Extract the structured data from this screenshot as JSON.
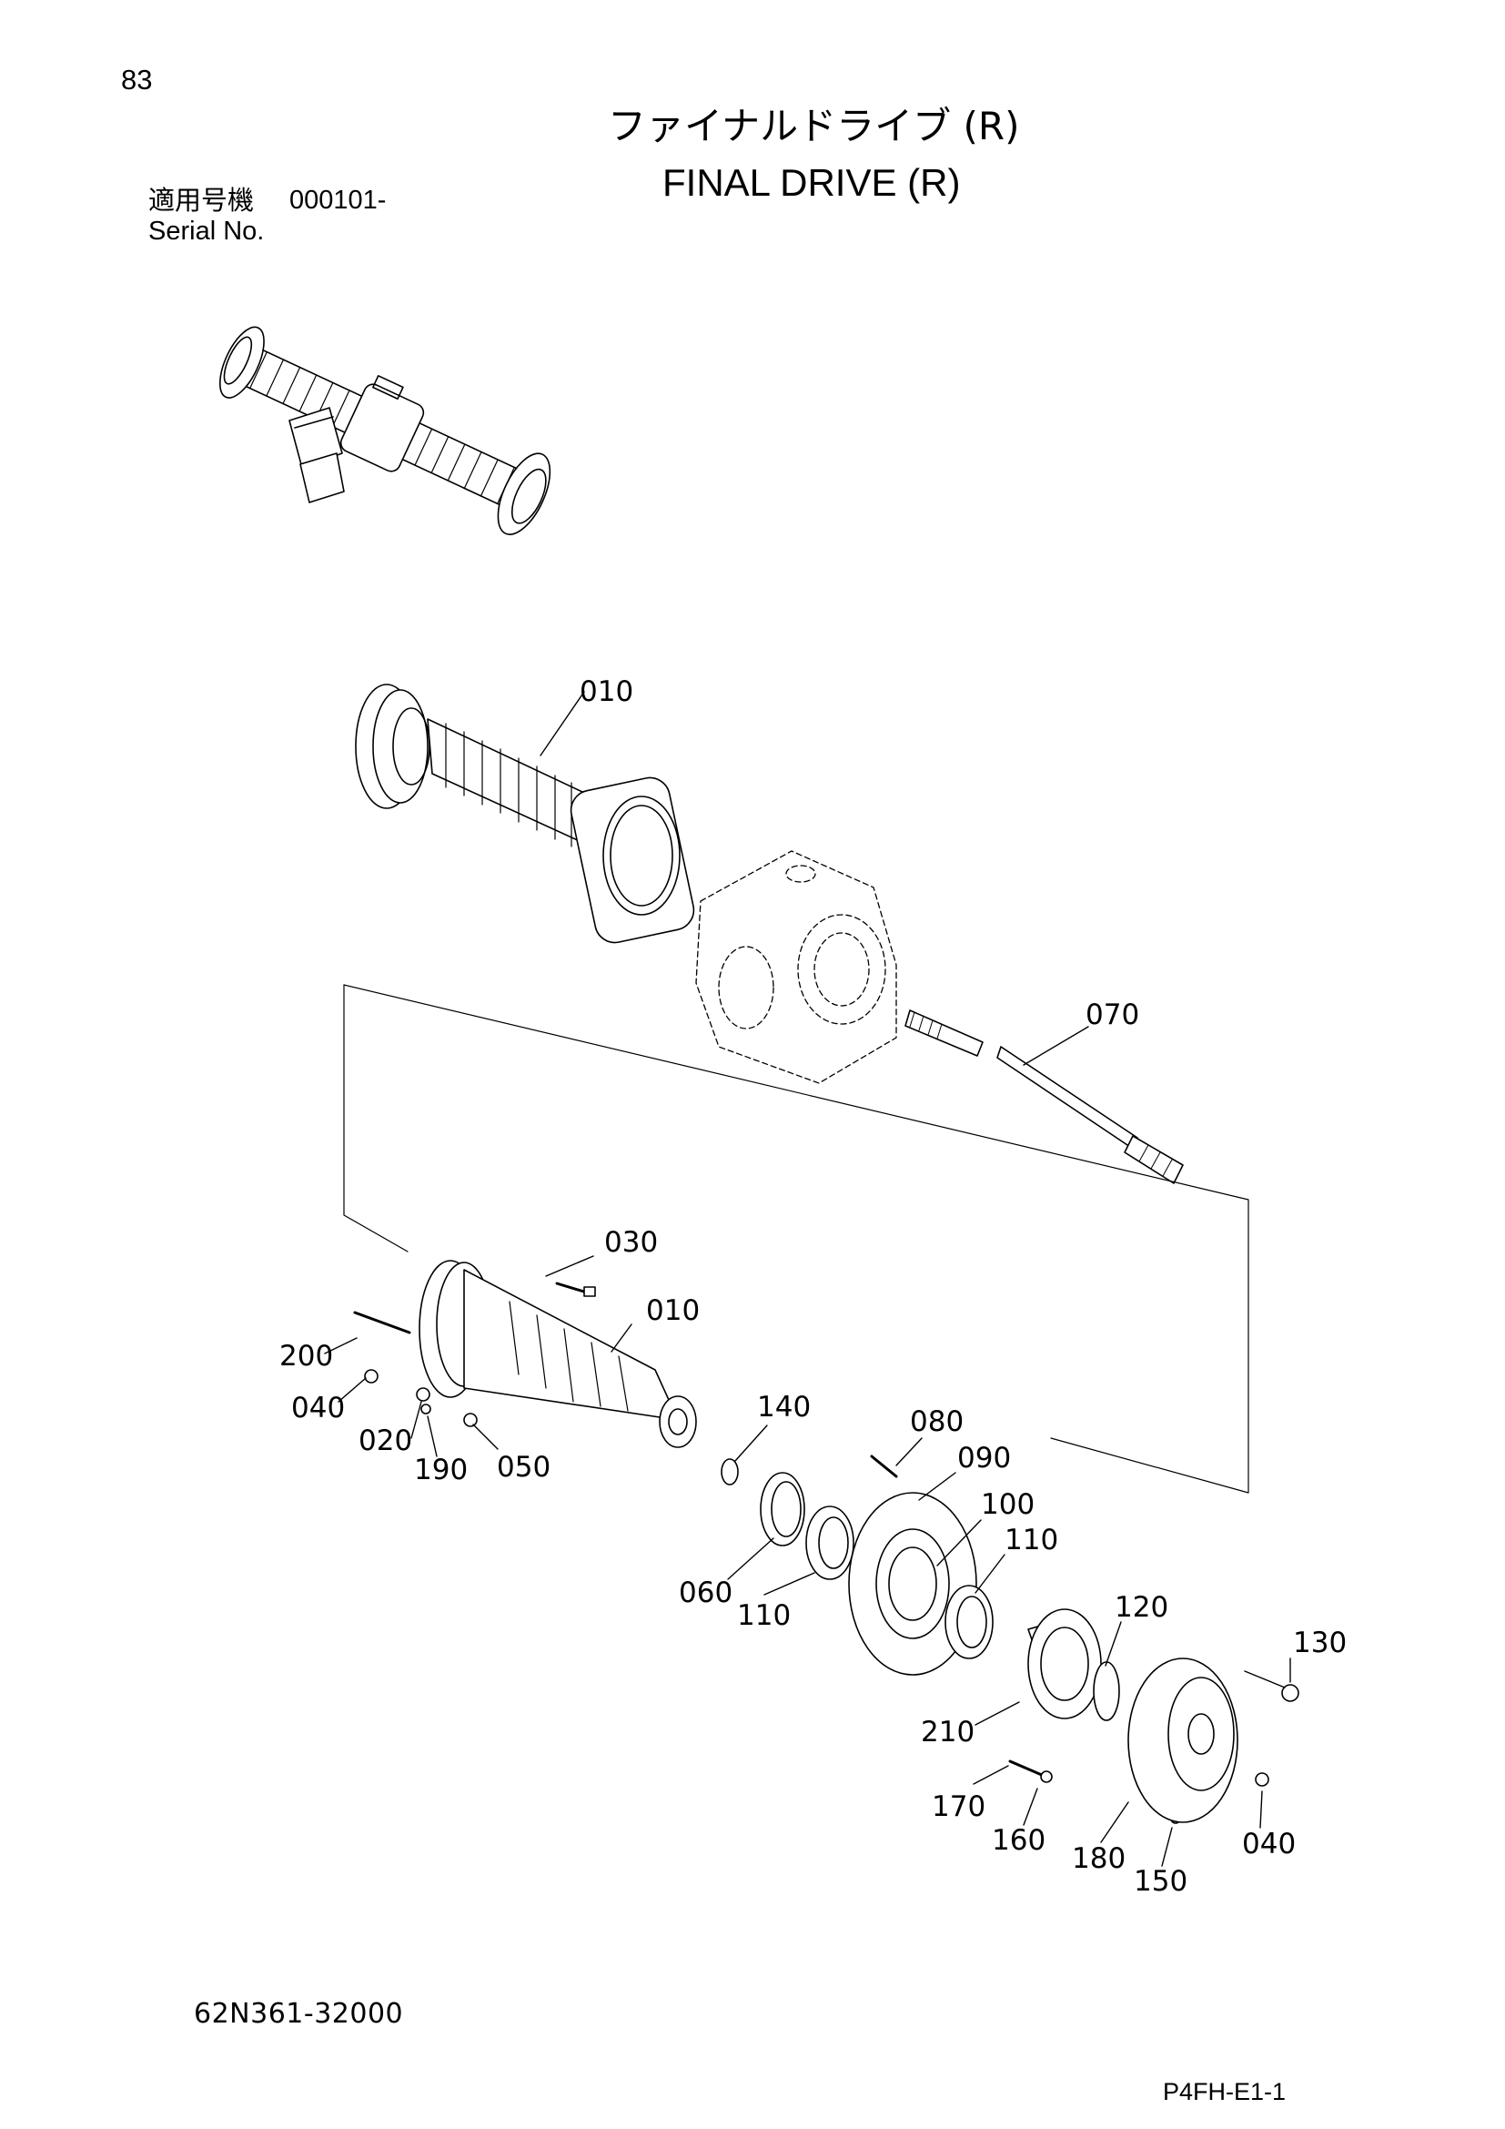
{
  "page": {
    "number": "83",
    "title_jp": "ファイナルドライブ (R)",
    "title_en": "FINAL DRIVE (R)",
    "serial_label_jp": "適用号機",
    "serial_value": "000101-",
    "serial_label_en": "Serial No.",
    "assembly_number": "62N361-32000",
    "figure_code": "P4FH-E1-1"
  },
  "diagram": {
    "part_labels": [
      {
        "id": "010a",
        "text": "010"
      },
      {
        "id": "070",
        "text": "070"
      },
      {
        "id": "030",
        "text": "030"
      },
      {
        "id": "010b",
        "text": "010"
      },
      {
        "id": "200",
        "text": "200"
      },
      {
        "id": "040a",
        "text": "040"
      },
      {
        "id": "020",
        "text": "020"
      },
      {
        "id": "190",
        "text": "190"
      },
      {
        "id": "050",
        "text": "050"
      },
      {
        "id": "140",
        "text": "140"
      },
      {
        "id": "080",
        "text": "080"
      },
      {
        "id": "090",
        "text": "090"
      },
      {
        "id": "100",
        "text": "100"
      },
      {
        "id": "110a",
        "text": "110"
      },
      {
        "id": "060",
        "text": "060"
      },
      {
        "id": "110b",
        "text": "110"
      },
      {
        "id": "120",
        "text": "120"
      },
      {
        "id": "130",
        "text": "130"
      },
      {
        "id": "210",
        "text": "210"
      },
      {
        "id": "170",
        "text": "170"
      },
      {
        "id": "160",
        "text": "160"
      },
      {
        "id": "180",
        "text": "180"
      },
      {
        "id": "150",
        "text": "150"
      },
      {
        "id": "040b",
        "text": "040"
      }
    ]
  }
}
